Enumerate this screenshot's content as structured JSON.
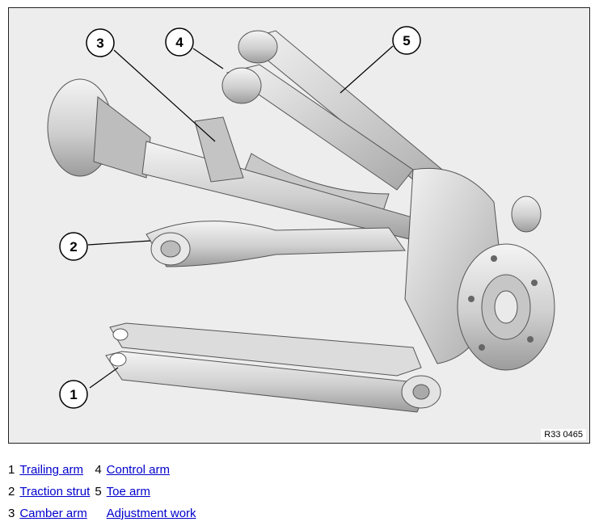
{
  "figure": {
    "reference": "R33 0465",
    "callouts": [
      {
        "number": "1"
      },
      {
        "number": "2"
      },
      {
        "number": "3"
      },
      {
        "number": "4"
      },
      {
        "number": "5"
      }
    ]
  },
  "legend": {
    "items": [
      {
        "number": "1",
        "label": "Trailing arm"
      },
      {
        "number": "2",
        "label": "Traction strut"
      },
      {
        "number": "3",
        "label": "Camber arm"
      },
      {
        "number": "4",
        "label": "Control arm"
      },
      {
        "number": "5",
        "label": "Toe arm"
      },
      {
        "number": "",
        "label": "Adjustment work"
      }
    ]
  },
  "colors": {
    "link": "#0000cc",
    "part_fill": "#d8d8d8",
    "part_shade": "#b4b4b4",
    "background": "#ededed"
  }
}
